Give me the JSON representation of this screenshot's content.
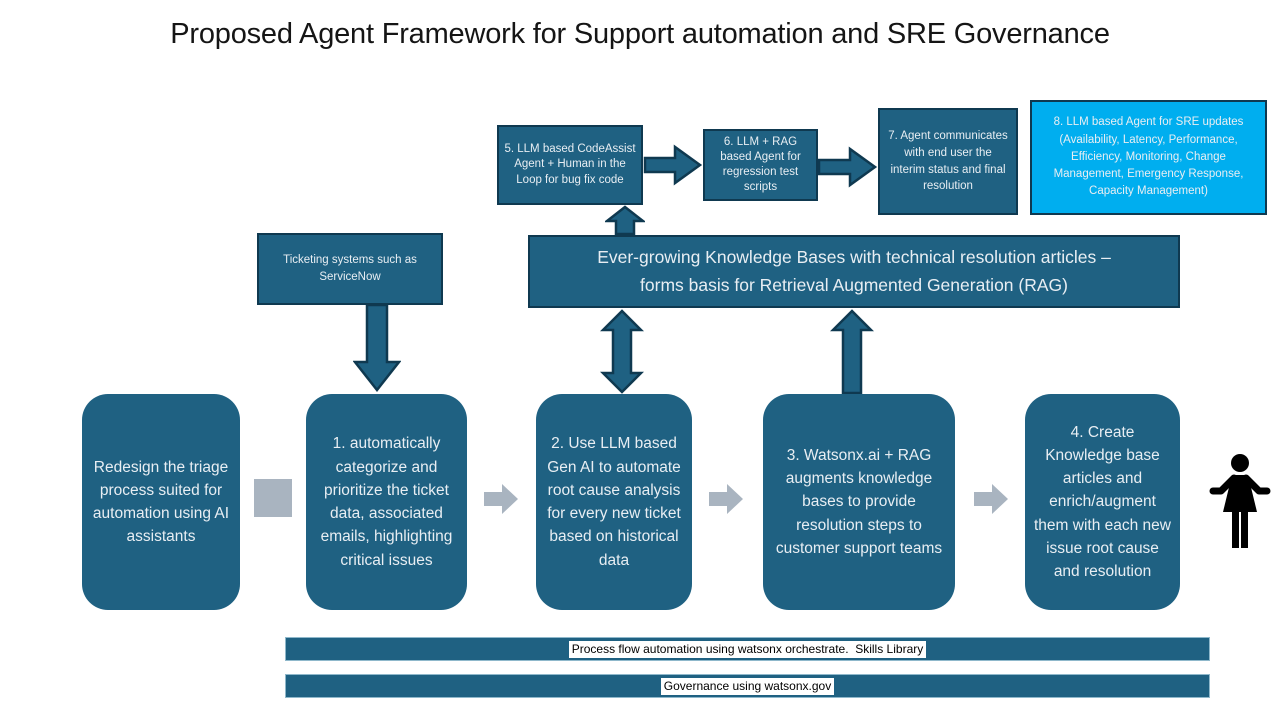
{
  "title": "Proposed Agent Framework for Support automation and SRE Governance",
  "colors": {
    "box_fill": "#1F6182",
    "box_border": "#0F3950",
    "highlight_box_fill": "#00AEEF",
    "connector_gray": "#A9B4C0",
    "text_light": "#E8EEF3"
  },
  "top_flow": {
    "box5": "5. LLM based CodeAssist Agent + Human in the Loop for bug fix code",
    "box6": "6. LLM + RAG based Agent for regression test scripts",
    "box7": "7. Agent communicates with end user the interim status and final resolution",
    "box8": "8. LLM based Agent for SRE updates (Availability, Latency, Performance, Efficiency, Monitoring, Change Management, Emergency Response, Capacity Management)"
  },
  "ticketing_box": "Ticketing systems such as ServiceNow",
  "knowledge_base_box": "Ever-growing Knowledge Bases with technical resolution articles –\nforms basis for Retrieval Augmented Generation (RAG)",
  "main_flow": [
    {
      "label": "Redesign the triage process suited for automation using AI assistants"
    },
    {
      "label": "1. automatically categorize and prioritize the ticket data, associated emails, highlighting critical issues"
    },
    {
      "label": "2. Use LLM based Gen AI to automate root cause analysis for every new ticket based on historical data"
    },
    {
      "label": "3. Watsonx.ai + RAG augments knowledge bases to provide resolution steps to  customer support teams"
    },
    {
      "label": "4. Create Knowledge base articles and enrich/augment them with each new issue root cause and resolution"
    }
  ],
  "person_icon": "woman-figure",
  "bottom_bars": [
    {
      "label": "Process flow automation using watsonx orchestrate.  Skills Library"
    },
    {
      "label": "Governance using watsonx.gov"
    }
  ]
}
